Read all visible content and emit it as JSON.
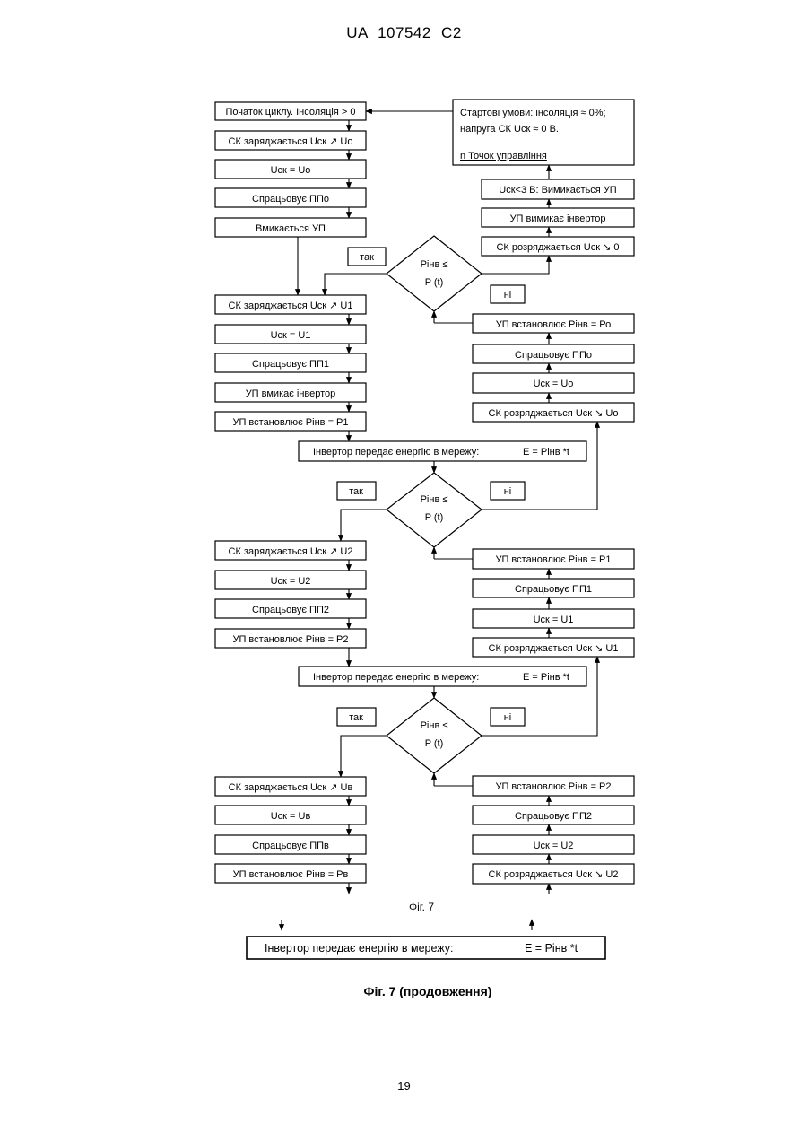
{
  "header": "UA 107542 C2",
  "page_number": "19",
  "start_conditions": {
    "line1": "Стартові умови:   інсоляція ≈ 0%;",
    "line2": "напруга СК  Uск ≈ 0 В.",
    "line3": "n Точок управління"
  },
  "left": {
    "b1": "Початок циклу. Інсоляція > 0",
    "b2": "СК заряджається  Uск ↗ Uo",
    "b3": "Uск = Uo",
    "b4": "Спрацьовує ППо",
    "b5": "Вмикається УП",
    "b6": "СК заряджається  Uск ↗ U1",
    "b7": "Uск = U1",
    "b8": "Спрацьовує ПП1",
    "b9": "УП вмикає інвертор",
    "b10": "УП встановлює Рінв = Р1",
    "b11": "СК заряджається  Uск ↗ U2",
    "b12": "Uск = U2",
    "b13": "Спрацьовує ПП2",
    "b14": "УП встановлює Рінв = Р2",
    "b15": "СК заряджається  Uск ↗ Uв",
    "b16": "Uск = Uв",
    "b17": "Спрацьовує ППв",
    "b18": "УП встановлює Рінв = Рв"
  },
  "right": {
    "r1": "Uск<3 В:   Вимикається УП",
    "r2": "УП вимикає інвертор",
    "r3": "СК розряджається  Uск ↘ 0",
    "r4": "УП встановлює Рінв = Ро",
    "r5": "Спрацьовує ППо",
    "r6": "Uск = Uo",
    "r7": "СК розряджається  Uск ↘ Uo",
    "r8": "УП встановлює Рінв = Р1",
    "r9": "Спрацьовує ПП1",
    "r10": "Uск = U1",
    "r11": "СК розряджається  Uск ↘ U1",
    "r12": "УП встановлює Рінв = Р2",
    "r13": "Спрацьовує ПП2",
    "r14": "Uск = U2",
    "r15": "СК розряджається  Uск ↘ U2"
  },
  "inverter": {
    "text": "Інвертор передає енергію в мережу:",
    "formula": "E = Рінв *t"
  },
  "decision": {
    "line1": "Рінв ≤",
    "line2": "P (t)",
    "yes": "так",
    "no": "ні"
  },
  "captions": {
    "fig": "Фіг. 7",
    "fig_cont": "Фіг. 7 (продовження)"
  }
}
